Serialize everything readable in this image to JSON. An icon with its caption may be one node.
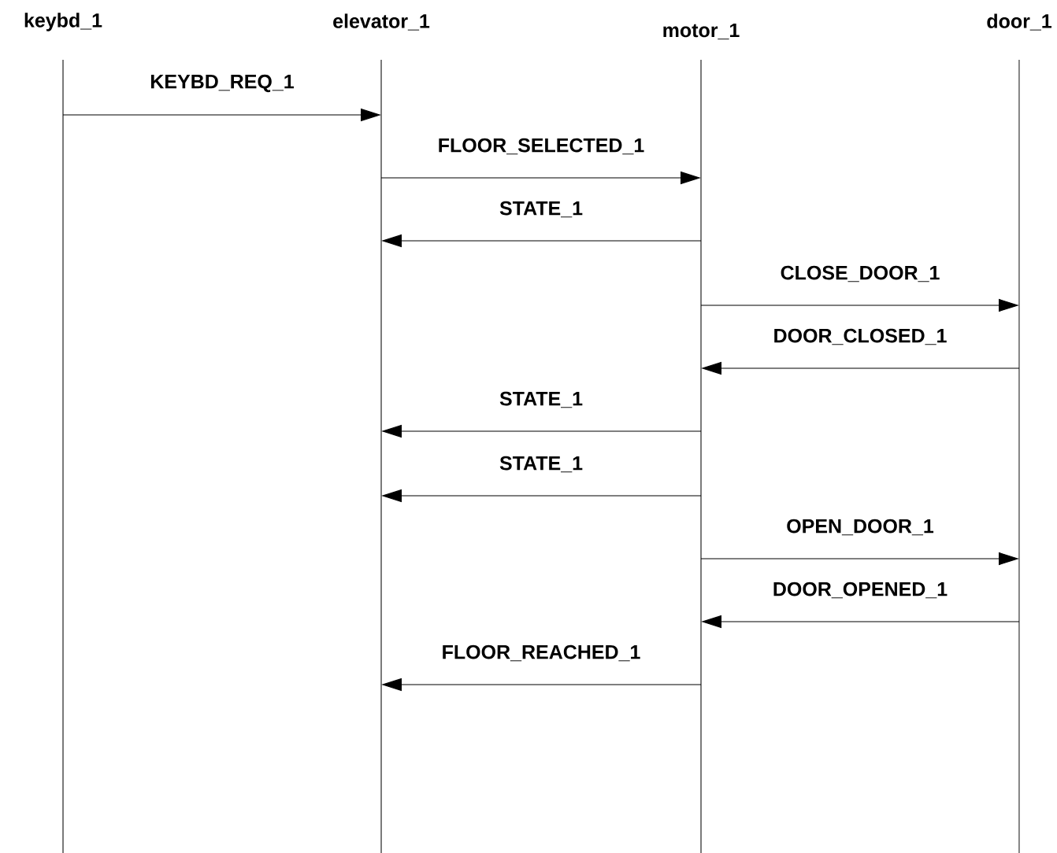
{
  "diagram": {
    "nodes": [
      {
        "text": [
          "keybd_1"
        ]
      },
      {
        "text": [
          "elevator_1"
        ]
      },
      {
        "text": [
          "motor_1"
        ]
      },
      {
        "text": [
          "door_1"
        ]
      }
    ],
    "edges": [
      {
        "from": 0,
        "to": 1,
        "arrow": "to",
        "label": "KEYBD_REQ_1"
      },
      {
        "from": 1,
        "to": 2,
        "arrow": "to",
        "label": "FLOOR_SELECTED_1"
      },
      {
        "from": 2,
        "to": 1,
        "arrow": "to",
        "label": "STATE_1"
      },
      {
        "from": 2,
        "to": 3,
        "arrow": "to",
        "label": "CLOSE_DOOR_1"
      },
      {
        "from": 3,
        "to": 2,
        "arrow": "to",
        "label": "DOOR_CLOSED_1"
      },
      {
        "from": 2,
        "to": 1,
        "arrow": "to",
        "label": "STATE_1"
      },
      {
        "from": 2,
        "to": 1,
        "arrow": "to",
        "label": "STATE_1"
      },
      {
        "from": 2,
        "to": 3,
        "arrow": "to",
        "label": "OPEN_DOOR_1"
      },
      {
        "from": 3,
        "to": 2,
        "arrow": "to",
        "label": "DOOR_OPENED_1"
      },
      {
        "from": 2,
        "to": 1,
        "arrow": "to",
        "label": "FLOOR_REACHED_1"
      }
    ]
  }
}
